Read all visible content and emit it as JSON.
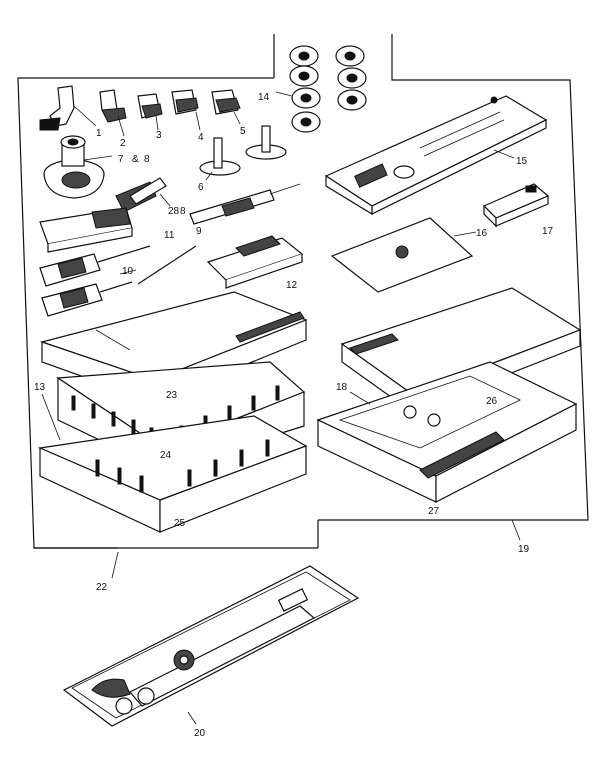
{
  "diagram": {
    "callouts": [
      {
        "id": "c1",
        "text": "1"
      },
      {
        "id": "c2",
        "text": "2"
      },
      {
        "id": "c3",
        "text": "3"
      },
      {
        "id": "c4",
        "text": "4"
      },
      {
        "id": "c5",
        "text": "5"
      },
      {
        "id": "c6",
        "text": "6"
      },
      {
        "id": "c7",
        "text": "7"
      },
      {
        "id": "c8",
        "text": "8"
      },
      {
        "id": "c8b",
        "text": "8"
      },
      {
        "id": "c9",
        "text": "9"
      },
      {
        "id": "c10",
        "text": "10"
      },
      {
        "id": "c11",
        "text": "11"
      },
      {
        "id": "c12",
        "text": "12"
      },
      {
        "id": "c13",
        "text": "13"
      },
      {
        "id": "c14",
        "text": "14"
      },
      {
        "id": "c15",
        "text": "15"
      },
      {
        "id": "c16",
        "text": "16"
      },
      {
        "id": "c17",
        "text": "17"
      },
      {
        "id": "c18",
        "text": "18"
      },
      {
        "id": "c19",
        "text": "19"
      },
      {
        "id": "c20",
        "text": "20"
      },
      {
        "id": "c22",
        "text": "22"
      },
      {
        "id": "c23",
        "text": "23"
      },
      {
        "id": "c24",
        "text": "24"
      },
      {
        "id": "c25",
        "text": "25"
      },
      {
        "id": "c26",
        "text": "26"
      },
      {
        "id": "c27",
        "text": "27"
      },
      {
        "id": "c28",
        "text": "28"
      }
    ],
    "amp": "&",
    "colors": {
      "ink": "#111111",
      "paper": "#ffffff"
    }
  }
}
